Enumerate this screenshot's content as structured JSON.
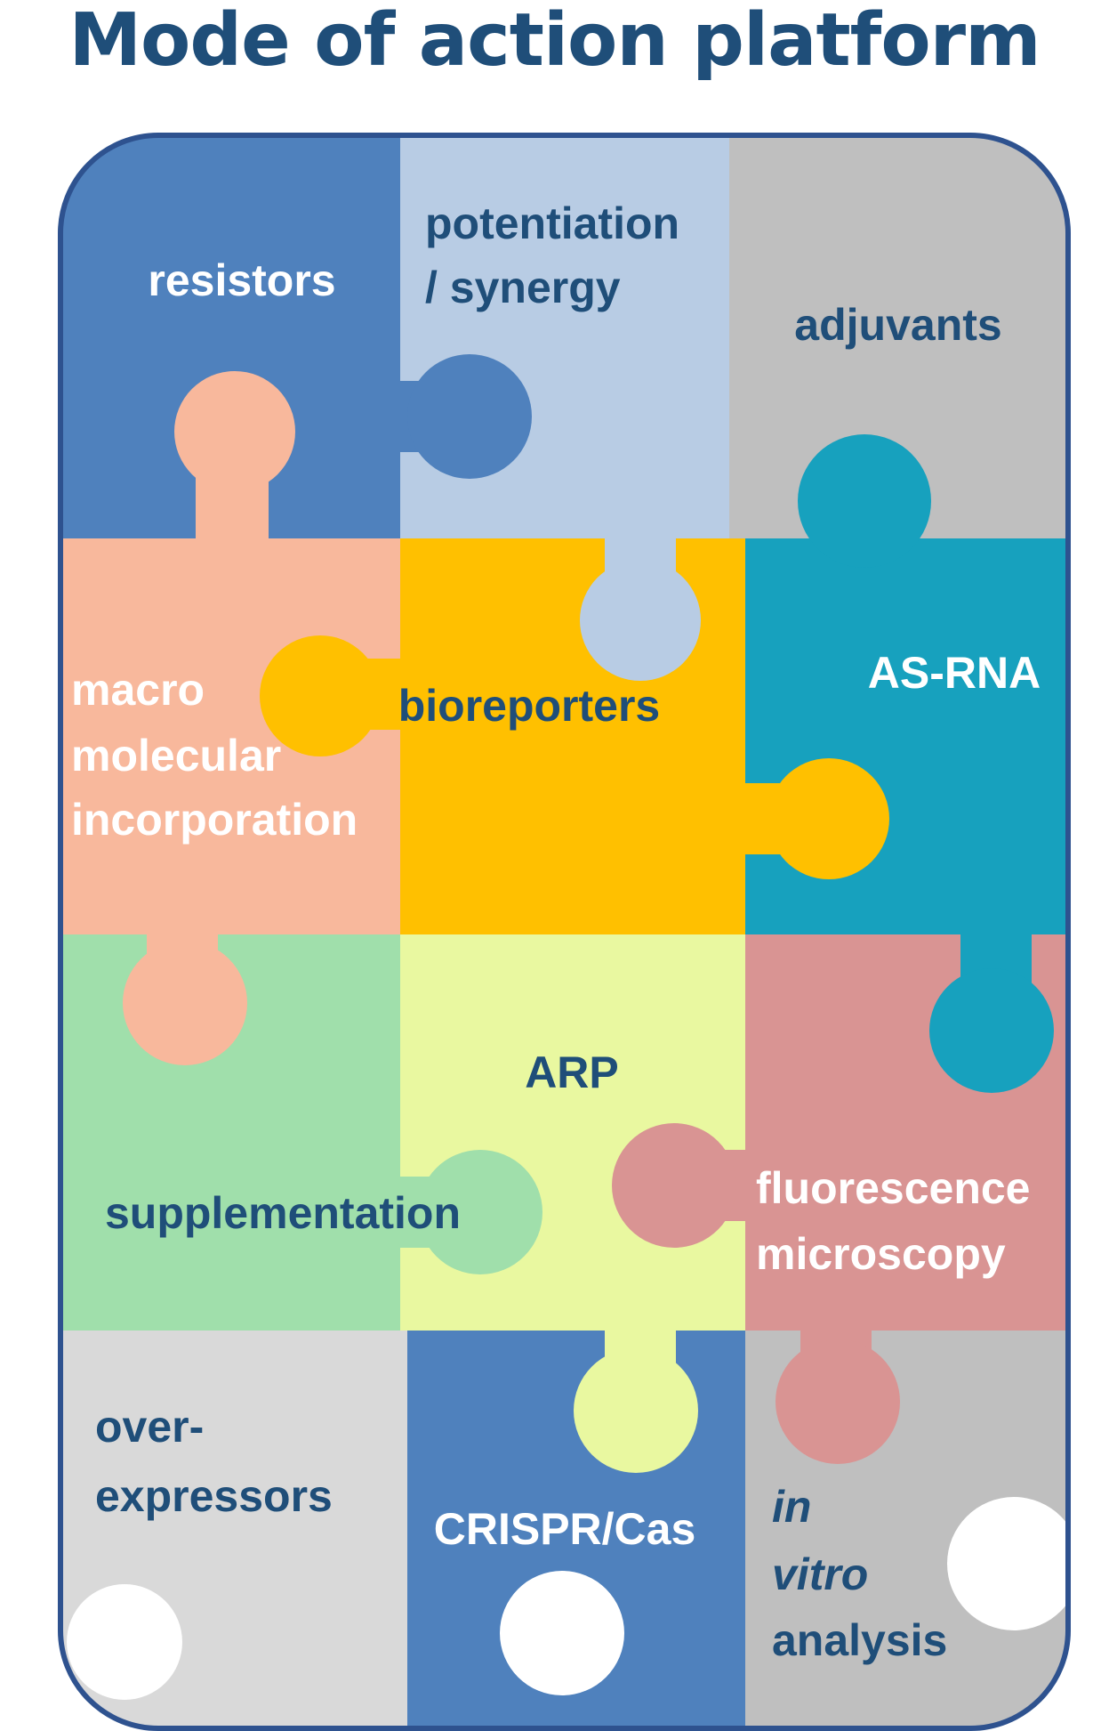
{
  "title": "Mode of action platform",
  "pieces": {
    "resistors": "resistors",
    "potentiation": [
      "potentiation",
      "/ synergy"
    ],
    "adjuvants": "adjuvants",
    "macromolecular": [
      "macro",
      "molecular",
      "incorporation"
    ],
    "bioreporters": "bioreporters",
    "as_rna": "AS-RNA",
    "supplementation": "supplementation",
    "arp": "ARP",
    "fluorescence": [
      "fluorescence",
      "microscopy"
    ],
    "overexpressors": [
      "over-",
      "expressors"
    ],
    "crispr": "CRISPR/Cas",
    "in_vitro": [
      "in",
      "vitro",
      "analysis"
    ]
  },
  "colors": {
    "title": "#1f4e79",
    "frame": "#2e528f",
    "resistors": "#4f81bd",
    "potentiation": "#b8cce4",
    "adjuvants": "#bfbfbf",
    "macromolecular": "#f8b89c",
    "bioreporters": "#ffc000",
    "as_rna": "#17a1be",
    "supplementation": "#a0dfab",
    "arp": "#e9f8a0",
    "fluorescence": "#d99493",
    "overexpressors": "#d9d9d9",
    "crispr": "#4f81bd",
    "in_vitro": "#bfbfbf"
  }
}
